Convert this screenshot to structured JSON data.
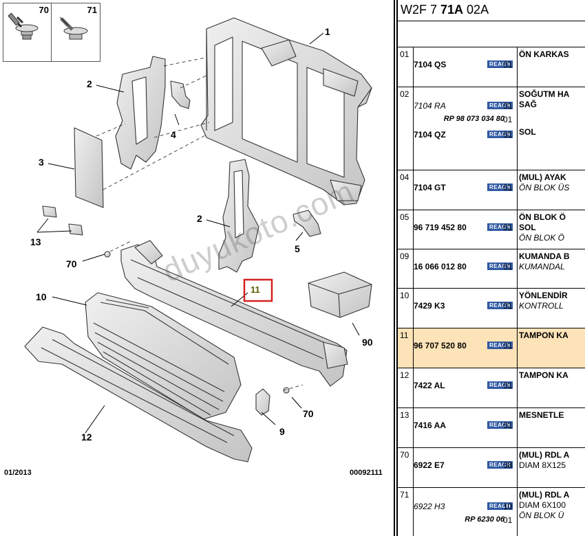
{
  "diagram": {
    "watermark": "duyukoto.com",
    "date_code": "01/2013",
    "drawing_number": "00092111",
    "callouts": [
      "1",
      "2",
      "4",
      "3",
      "13",
      "2",
      "5",
      "70",
      "10",
      "90",
      "70",
      "9",
      "12"
    ],
    "fastener_boxes": [
      "70",
      "71"
    ],
    "highlight_label": "11",
    "highlight_color": "#d62020"
  },
  "panel": {
    "header_pre": "W2F 7 ",
    "header_bold": "71A",
    "header_post": " 02A",
    "reach_label": "REACH",
    "highlight_color": "#fde3b8",
    "rows": [
      {
        "seq": "01",
        "lines": [
          {
            "ref": "7104 QS",
            "qty": "01"
          }
        ],
        "desc": [
          {
            "t": "ÖN KARKAS",
            "b": true
          }
        ]
      },
      {
        "seq": "02",
        "lines": [
          {
            "ref": "7104 RA",
            "alt": true,
            "qty": "01"
          },
          {
            "sub": "RP 98 073 034 80",
            "subqty": "01"
          },
          {
            "ref": "7104 QZ",
            "qty": "01"
          }
        ],
        "desc": [
          {
            "t": "SOĞUTM HA",
            "b": true
          },
          {
            "t": "SAĞ",
            "b": true
          },
          {
            "t": ""
          },
          {
            "t": "SOL",
            "b": true
          }
        ]
      },
      {
        "seq": "04",
        "lines": [
          {
            "ref": "7104 GT",
            "qty": "01"
          }
        ],
        "desc": [
          {
            "t": "(MUL) AYAK",
            "b": true
          },
          {
            "t": "ÖN BLOK ÜS",
            "i": true
          }
        ]
      },
      {
        "seq": "05",
        "lines": [
          {
            "ref": "96 719 452 80",
            "qty": "01"
          }
        ],
        "desc": [
          {
            "t": "ÖN BLOK Ö",
            "b": true
          },
          {
            "t": "SOL",
            "b": true
          },
          {
            "t": "ÖN BLOK Ö",
            "i": true
          }
        ]
      },
      {
        "seq": "09",
        "lines": [
          {
            "ref": "16 066 012 80",
            "qty": "01"
          }
        ],
        "desc": [
          {
            "t": "KUMANDA B",
            "b": true
          },
          {
            "t": "KUMANDAL",
            "i": true
          }
        ]
      },
      {
        "seq": "10",
        "lines": [
          {
            "ref": "7429 K3",
            "qty": "01"
          }
        ],
        "desc": [
          {
            "t": "YÖNLENDİR",
            "b": true
          },
          {
            "t": "KONTROLL",
            "i": true
          }
        ]
      },
      {
        "seq": "11",
        "lines": [
          {
            "ref": "96 707 520 80",
            "qty": "01"
          }
        ],
        "desc": [
          {
            "t": "TAMPON KA",
            "b": true
          }
        ],
        "highlight": true
      },
      {
        "seq": "12",
        "lines": [
          {
            "ref": "7422 AL",
            "qty": "01"
          }
        ],
        "desc": [
          {
            "t": "TAMPON KA",
            "b": true
          }
        ]
      },
      {
        "seq": "13",
        "lines": [
          {
            "ref": "7416 AA",
            "qty": "01"
          }
        ],
        "desc": [
          {
            "t": "MESNETLE",
            "b": true
          }
        ]
      },
      {
        "seq": "70",
        "lines": [
          {
            "ref": "6922 E7",
            "qty": "08"
          }
        ],
        "desc": [
          {
            "t": "(MUL) RDL A",
            "b": true
          },
          {
            "t": "DIAM 8X125"
          }
        ]
      },
      {
        "seq": "71",
        "lines": [
          {
            "ref": "6922 H3",
            "alt": true,
            "qty": "10"
          },
          {
            "sub": "RP 6230 06",
            "subqty": "01"
          }
        ],
        "desc": [
          {
            "t": "(MUL) RDL A",
            "b": true
          },
          {
            "t": "DIAM 6X100"
          },
          {
            "t": "ÖN BLOK Ü",
            "i": true
          }
        ]
      }
    ]
  }
}
